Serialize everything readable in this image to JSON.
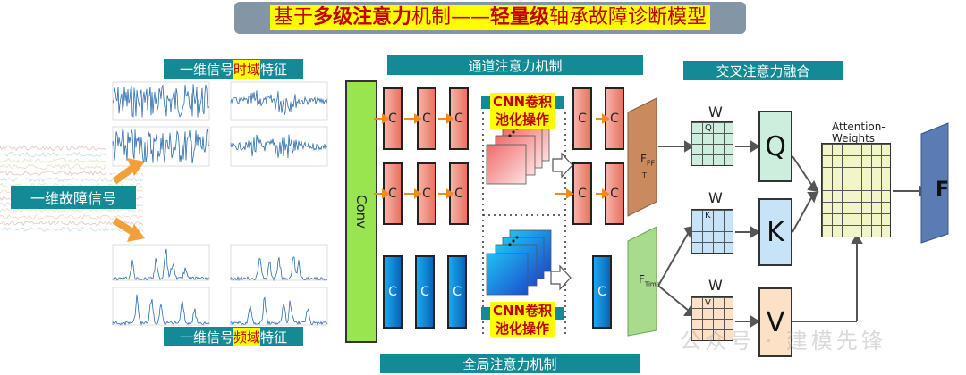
{
  "title": {
    "part1": "基于",
    "part2": "多级注意力",
    "part3": "机制——",
    "part4": "轻量级",
    "part5": "轴承故障诊断模型"
  },
  "labels": {
    "time_label_pre": "一维信号",
    "time_label_hl": "时域",
    "time_label_post": "特征",
    "freq_label_pre": "一维信号",
    "freq_label_hl": "频域",
    "freq_label_post": "特征",
    "fault_signal": "一维故障信号",
    "channel_attention": "通道注意力机制",
    "global_attention": "全局注意力机制",
    "cross_attention": "交叉注意力融合",
    "cnn_op_top_1": "CNN卷积",
    "cnn_op_top_2": "池化操作",
    "cnn_op_bottom_1": "CNN卷积",
    "cnn_op_bottom_2": "池化操作",
    "conv": "Conv",
    "c": "C",
    "fft_main": "F",
    "fft_sub": "FF",
    "fft_sub2": "T",
    "ftime_main": "F",
    "ftime_sub": "Time",
    "w": "W",
    "q_small": "Q",
    "k_small": "K",
    "v_small": "V",
    "q": "Q",
    "k": "K",
    "v": "V",
    "attention_weights": "Attention-Weights",
    "output_f": "F",
    "watermark": "公众号 · 建模先锋"
  },
  "colors": {
    "teal": "#138a96",
    "highlight_yellow": "#ffff00",
    "highlight_red": "#c00000",
    "conv_green": "#99e550",
    "fft_brown": "#c98a5e",
    "ftime_green": "#a8dc8c",
    "q_green": "#cdeedd",
    "k_blue": "#c7e3f7",
    "v_orange": "#fde1c6",
    "output_blue": "#5b7bb5"
  }
}
